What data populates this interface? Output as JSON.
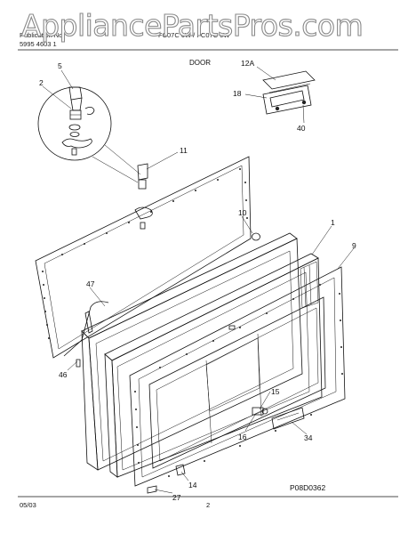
{
  "watermark": "AppliancePartsPros.com",
  "header": {
    "line1_label": "Publication No",
    "line1_value": "FC07C 0W / FC07C 0W",
    "line2_value": "5995 4603 1"
  },
  "section_title": "DOOR",
  "callouts": {
    "c5": "5",
    "c2": "2",
    "c11": "11",
    "c12a": "12A",
    "c18": "18",
    "c40": "40",
    "c10": "10",
    "c1": "1",
    "c9": "9",
    "c47": "47",
    "c46": "46",
    "c15": "15",
    "c16": "16",
    "c34": "34",
    "c14": "14",
    "c27": "27"
  },
  "footer": {
    "date": "05/03",
    "page": "2",
    "drawing_code": "P08D0362"
  }
}
